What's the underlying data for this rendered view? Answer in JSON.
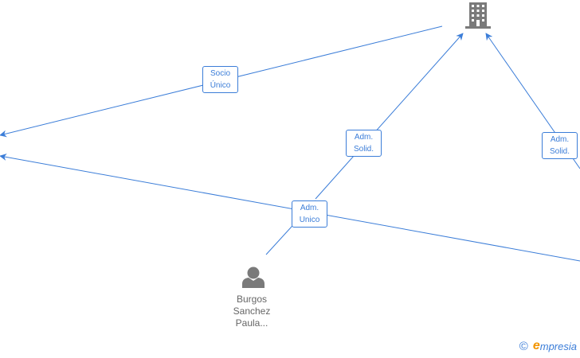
{
  "colors": {
    "edge": "#3b7dd8",
    "icon": "#7a7a7a",
    "text": "#666666",
    "brand_accent": "#f29400"
  },
  "edges": [
    {
      "id": "socio-unico",
      "lines": [
        "Socio",
        "Único"
      ]
    },
    {
      "id": "adm-solid-left",
      "lines": [
        "Adm.",
        "Solid."
      ]
    },
    {
      "id": "adm-solid-right",
      "lines": [
        "Adm.",
        "Solid."
      ]
    },
    {
      "id": "adm-unico",
      "lines": [
        "Adm.",
        "Unico"
      ]
    }
  ],
  "nodes": {
    "company": {
      "icon": "building-icon"
    },
    "person": {
      "icon": "person-icon",
      "name_lines": [
        "Burgos",
        "Sanchez",
        "Paula..."
      ]
    }
  },
  "footer": {
    "copyright_symbol": "©",
    "brand_initial": "e",
    "brand_rest": "mpresia"
  }
}
